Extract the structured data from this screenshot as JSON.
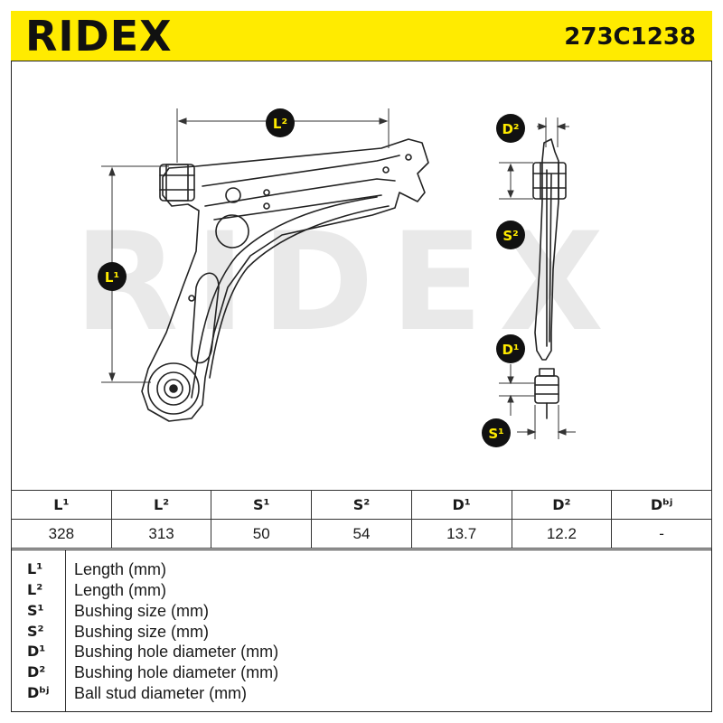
{
  "header": {
    "brand": "RIDEX",
    "part_number": "273C1238"
  },
  "watermark": "RIDEX",
  "dimension_badges": {
    "L1": "L¹",
    "L2": "L²",
    "S1": "S¹",
    "S2": "S²",
    "D1": "D¹",
    "D2": "D²"
  },
  "specs_table": {
    "headers": [
      "L¹",
      "L²",
      "S¹",
      "S²",
      "D¹",
      "D²",
      "Dᵇʲ"
    ],
    "values": [
      "328",
      "313",
      "50",
      "54",
      "13.7",
      "12.2",
      "-"
    ]
  },
  "legend": [
    {
      "symbol": "L¹",
      "description": "Length (mm)"
    },
    {
      "symbol": "L²",
      "description": "Length (mm)"
    },
    {
      "symbol": "S¹",
      "description": "Bushing size (mm)"
    },
    {
      "symbol": "S²",
      "description": "Bushing size (mm)"
    },
    {
      "symbol": "D¹",
      "description": "Bushing hole diameter (mm)"
    },
    {
      "symbol": "D²",
      "description": "Bushing hole diameter (mm)"
    },
    {
      "symbol": "Dᵇʲ",
      "description": "Ball stud diameter (mm)"
    }
  ],
  "colors": {
    "accent_yellow": "#ffeb00",
    "badge_black": "#111111",
    "line": "#222222",
    "watermark_grey": "#e9e9e9"
  }
}
